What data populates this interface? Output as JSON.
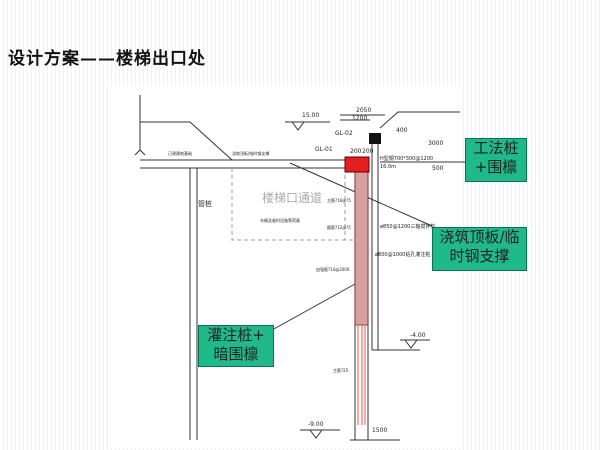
{
  "title": "设计方案——楼梯出口处",
  "drawing": {
    "elev_top": "15.00",
    "dim_2050": "2050",
    "dim_1200": "1200",
    "dim_400": "400",
    "dim_3000": "3000",
    "dim_500": "500",
    "dim_200a": "200",
    "dim_200b": "200",
    "gl02": "GL-02",
    "gl01": "GL-01",
    "hbeam": "H型钢700*300@1200",
    "hbeam_len": "16.0m",
    "label_left": "已建建筑基础",
    "label_slab": "浇筑顶板/临时钢支撑",
    "passage": "楼梯口通道",
    "pipe_pile": "管桩",
    "label_inner": "车辆及临时设施等荷载",
    "rebar1": "主筋?16@?5",
    "rebar2": "箍筋?12@?5",
    "pile1": "ø850@1200三轴搅拌桩",
    "pile2": "ø800@1000钻孔灌注桩",
    "rebar3": "加强筋?14@2000",
    "elev_mid": "-4.00",
    "rebar4": "主筋?25",
    "elev_bot": "-9.00",
    "dim_1500": "1500"
  },
  "callouts": {
    "c1": "工法桩\n+围檩",
    "c2": "浇筑顶板/临\n时钢支撑",
    "c3": "灌注桩+\n暗围檩"
  },
  "colors": {
    "callout": "#1fb98a",
    "pile": "#e32020"
  }
}
